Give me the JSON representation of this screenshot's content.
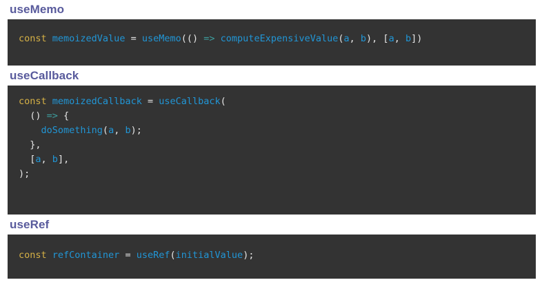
{
  "theme": {
    "page_background": "#ffffff",
    "code_background": "#333333",
    "heading_color": "#585a9c",
    "code_default_color": "#e6e6e6",
    "keyword_color": "#d6b146",
    "identifier_color": "#2196d6",
    "arrow_color": "#3d9e9e"
  },
  "sections": [
    {
      "heading": "useMemo",
      "code_lines": [
        {
          "tokens": [
            {
              "text": "const ",
              "type": "keyword"
            },
            {
              "text": "memoizedValue",
              "type": "ident"
            },
            {
              "text": " = ",
              "type": "op"
            },
            {
              "text": "useMemo",
              "type": "fn"
            },
            {
              "text": "(() ",
              "type": "punct"
            },
            {
              "text": "=>",
              "type": "arrow"
            },
            {
              "text": " ",
              "type": "plain"
            },
            {
              "text": "computeExpensiveValue",
              "type": "fn"
            },
            {
              "text": "(",
              "type": "punct"
            },
            {
              "text": "a",
              "type": "param"
            },
            {
              "text": ", ",
              "type": "punct"
            },
            {
              "text": "b",
              "type": "param"
            },
            {
              "text": "), [",
              "type": "punct"
            },
            {
              "text": "a",
              "type": "param"
            },
            {
              "text": ", ",
              "type": "punct"
            },
            {
              "text": "b",
              "type": "param"
            },
            {
              "text": "])",
              "type": "punct"
            }
          ]
        }
      ]
    },
    {
      "heading": "useCallback",
      "code_lines": [
        {
          "tokens": [
            {
              "text": "const ",
              "type": "keyword"
            },
            {
              "text": "memoizedCallback",
              "type": "ident"
            },
            {
              "text": " = ",
              "type": "op"
            },
            {
              "text": "useCallback",
              "type": "fn"
            },
            {
              "text": "(",
              "type": "punct"
            }
          ]
        },
        {
          "tokens": [
            {
              "text": "  () ",
              "type": "punct"
            },
            {
              "text": "=>",
              "type": "arrow"
            },
            {
              "text": " {",
              "type": "punct"
            }
          ]
        },
        {
          "tokens": [
            {
              "text": "    ",
              "type": "plain"
            },
            {
              "text": "doSomething",
              "type": "fn"
            },
            {
              "text": "(",
              "type": "punct"
            },
            {
              "text": "a",
              "type": "param"
            },
            {
              "text": ", ",
              "type": "punct"
            },
            {
              "text": "b",
              "type": "param"
            },
            {
              "text": ");",
              "type": "punct"
            }
          ]
        },
        {
          "tokens": [
            {
              "text": "  },",
              "type": "punct"
            }
          ]
        },
        {
          "tokens": [
            {
              "text": "  [",
              "type": "punct"
            },
            {
              "text": "a",
              "type": "param"
            },
            {
              "text": ", ",
              "type": "punct"
            },
            {
              "text": "b",
              "type": "param"
            },
            {
              "text": "],",
              "type": "punct"
            }
          ]
        },
        {
          "tokens": [
            {
              "text": ");",
              "type": "punct"
            }
          ]
        }
      ]
    },
    {
      "heading": "useRef",
      "code_lines": [
        {
          "tokens": [
            {
              "text": "const ",
              "type": "keyword"
            },
            {
              "text": "refContainer",
              "type": "ident"
            },
            {
              "text": " = ",
              "type": "op"
            },
            {
              "text": "useRef",
              "type": "fn"
            },
            {
              "text": "(",
              "type": "punct"
            },
            {
              "text": "initialValue",
              "type": "param"
            },
            {
              "text": ");",
              "type": "punct"
            }
          ]
        }
      ]
    }
  ]
}
